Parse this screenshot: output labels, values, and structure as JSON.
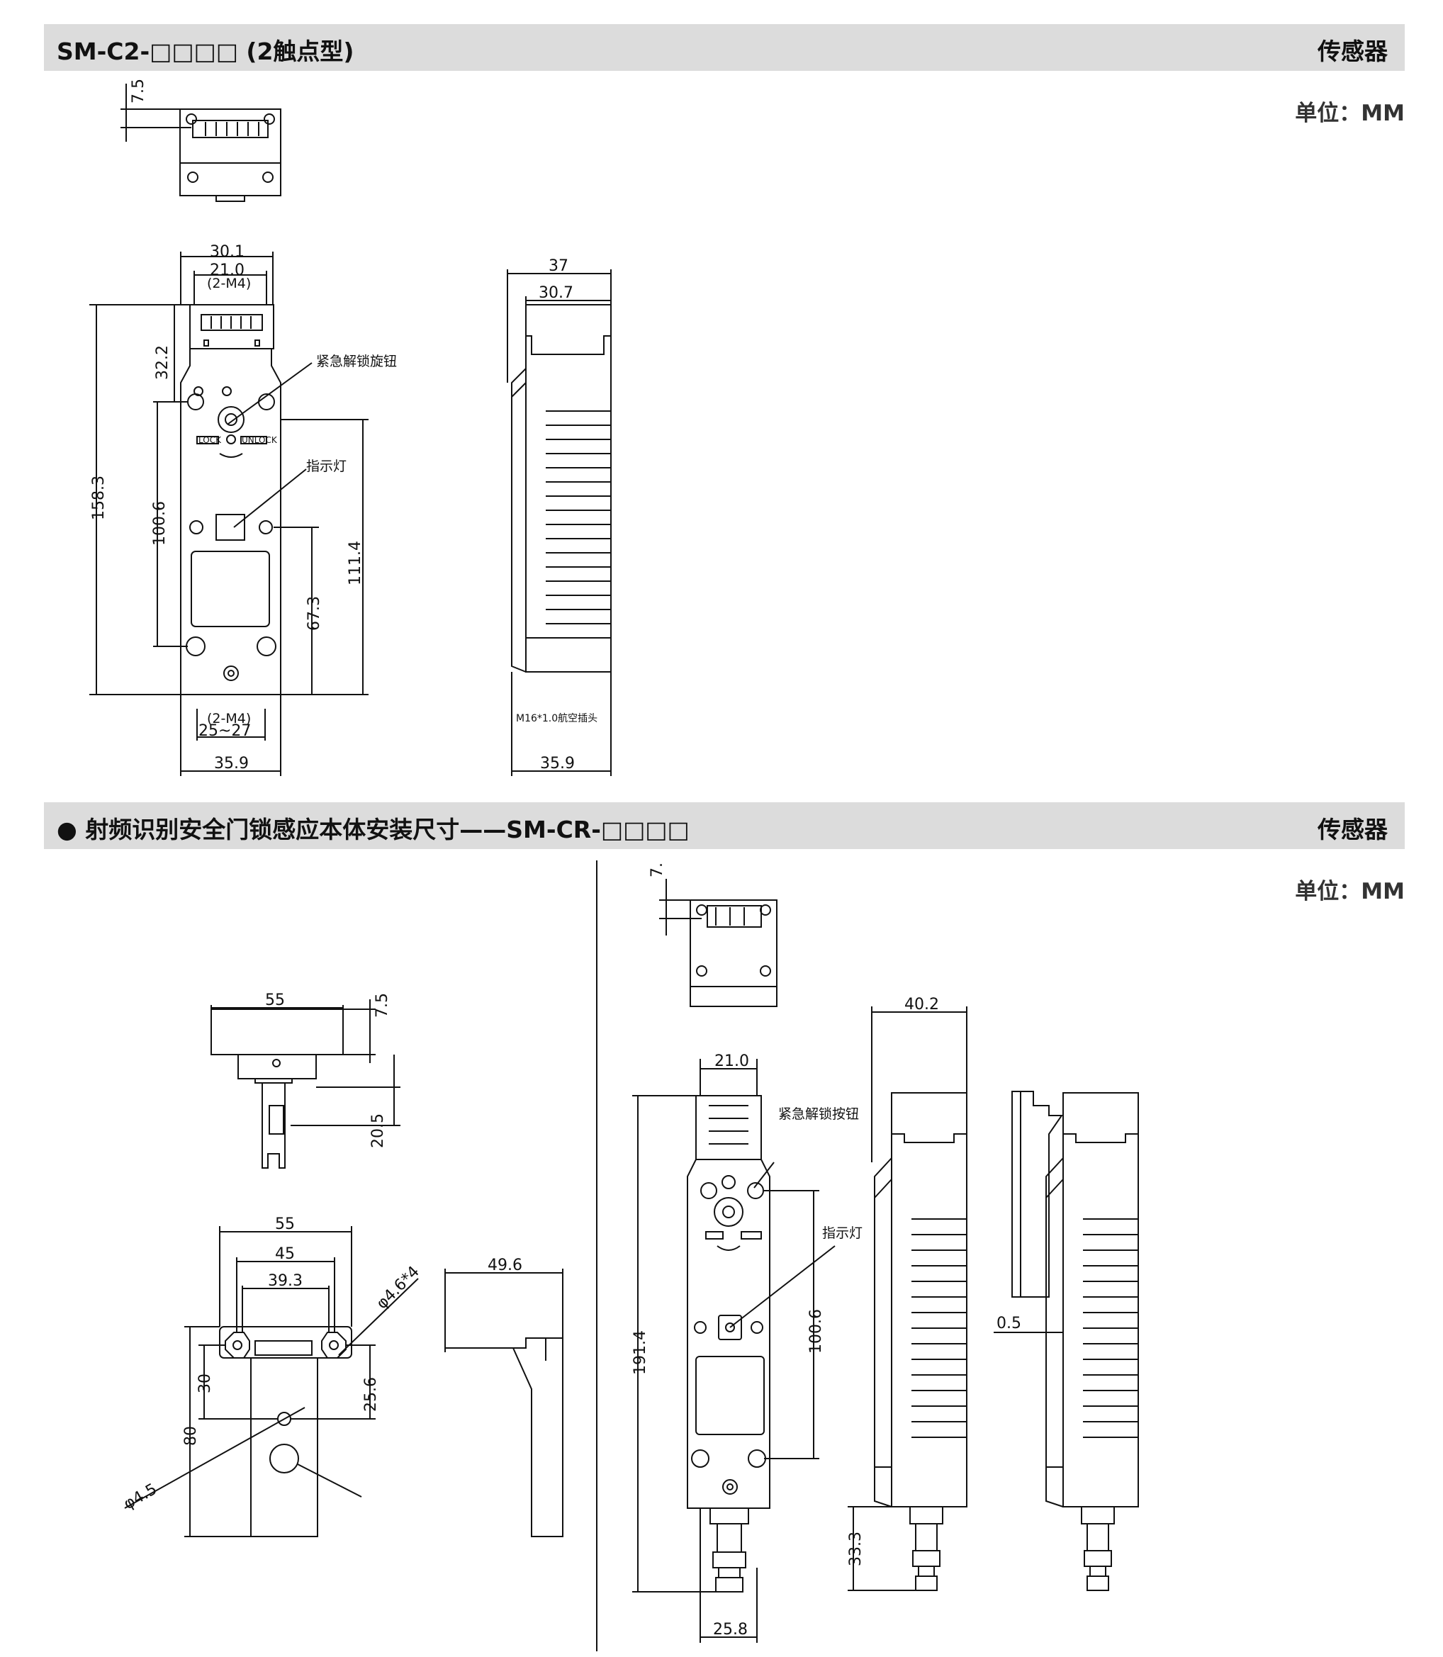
{
  "section1": {
    "title": "SM-C2-□□□□    (2触点型)",
    "category": "传感器",
    "unit": "单位：MM"
  },
  "section2": {
    "title": "● 射频识别安全门锁感应本体安装尺寸——SM-CR-□□□□",
    "category": "传感器",
    "unit": "单位：MM"
  },
  "top": {
    "d7_5": "7.5",
    "d30_1": "30.1",
    "d21_0": "21.0",
    "m4_top": "(2-M4)",
    "d32_2": "32.2",
    "d158_3": "158.3",
    "d100_6": "100.6",
    "d111_4": "111.4",
    "d67_3": "67.3",
    "m4_bot": "(2-M4)",
    "d25_27": "25~27",
    "d35_9": "35.9",
    "knob": "紧急解锁旋钮",
    "indicator": "指示灯",
    "lock": "LOCK",
    "unlock": "UNLOCK",
    "d37": "37",
    "d30_7": "30.7",
    "m16": "M16*1.0航空插头",
    "d35_9s": "35.9"
  },
  "actuator": {
    "d55a": "55",
    "d7_5": "7.5",
    "d20_5": "20.5",
    "d55b": "55",
    "d45": "45",
    "d39_3": "39.3",
    "d4_6": "φ4.6*4",
    "d30": "30",
    "d80": "80",
    "d25_6": "25.6",
    "d4_5": "φ4.5",
    "d49_6": "49.6"
  },
  "cr": {
    "d7": "7.",
    "d21_0": "21.0",
    "button": "紧急解锁按钮",
    "indicator": "指示灯",
    "d191_4": "191.4",
    "d100_6": "100.6",
    "d25_8": "25.8",
    "d40_2": "40.2",
    "d33_3": "33.3",
    "d0_5": "0.5"
  }
}
